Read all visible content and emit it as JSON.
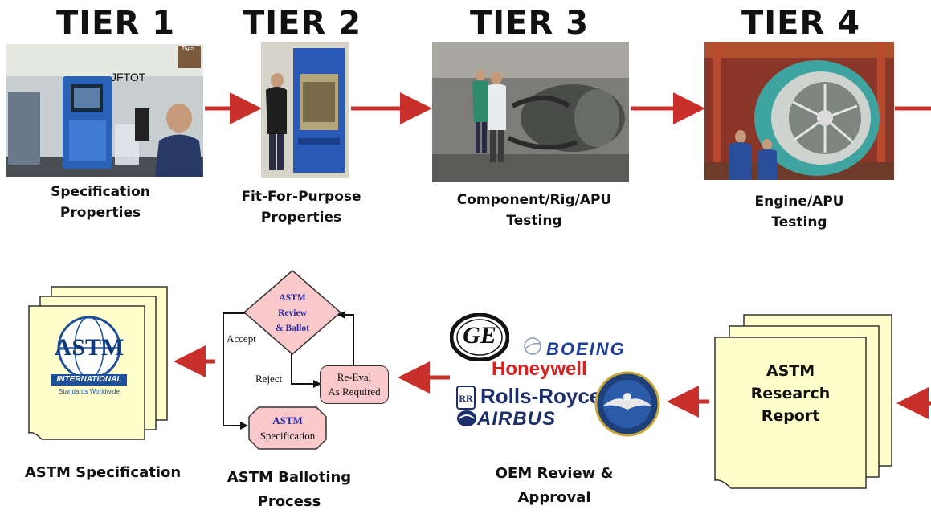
{
  "tiers": [
    {
      "label": "TIER 1",
      "caption_line1": "Specification",
      "caption_line2": "Properties",
      "photo_label": "JFTOT",
      "photo_sign": "Tiger"
    },
    {
      "label": "TIER 2",
      "caption_line1": "Fit-For-Purpose",
      "caption_line2": "Properties"
    },
    {
      "label": "TIER 3",
      "caption_line1": "Component/Rig/APU",
      "caption_line2": "Testing"
    },
    {
      "label": "TIER 4",
      "caption_line1": "Engine/APU",
      "caption_line2": "Testing"
    }
  ],
  "research_report": {
    "line1": "ASTM",
    "line2": "Research",
    "line3": "Report"
  },
  "oem": {
    "caption_line1": "OEM Review &",
    "caption_line2": "Approval",
    "logos": {
      "ge": "GE",
      "boeing": "BOEING",
      "honeywell": "Honeywell",
      "rolls_royce": "Rolls-Royce",
      "airbus": "AIRBUS"
    }
  },
  "ballot": {
    "diamond_line1": "ASTM",
    "diamond_line2": "Review",
    "diamond_line3": "& Ballot",
    "accept": "Accept",
    "reject": "Reject",
    "reeval_line1": "Re-Eval",
    "reeval_line2": "As Required",
    "spec_line1": "ASTM",
    "spec_line2": "Specification",
    "caption_line1": "ASTM Balloting",
    "caption_line2": "Process"
  },
  "astm_spec": {
    "logo_text": "ASTM",
    "logo_sub": "INTERNATIONAL",
    "logo_tagline": "Standards Worldwide",
    "caption": "ASTM Specification"
  },
  "colors": {
    "arrow": "#c9302c",
    "paper": "#ffffcc",
    "diamond": "#f9c9cc",
    "tier3_photo": "#8a8a85",
    "tier4_photo": "#9c3d2f"
  }
}
